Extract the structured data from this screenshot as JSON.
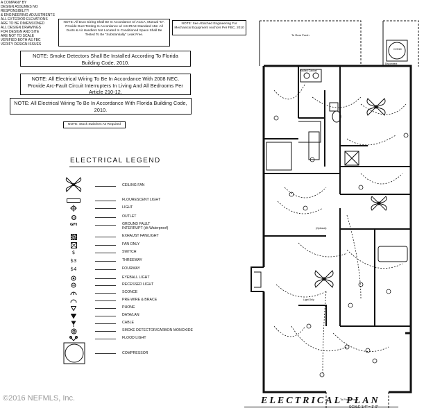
{
  "header_lines": [
    "A COMPANY BY",
    "DESIGN ASSUMES NO RESPONSIBILITY",
    "& ENGINEERING ADJUSTMENTS",
    "ALL EXTERIOR ELEVATIONS",
    "ARE TO BE DIMENSIONED",
    "ALL DESIGN DRAWINGS",
    "FOR DESIGN AND SITE",
    "ARE NOT TO SCALE",
    "VERIFIED BOTH AS FBC",
    "VERIFY DESIGN ISSUES"
  ],
  "notes": {
    "duct": "NOTE: All Duct Sizing Shall Be In Accordance w/ ACCA, Manual \"D\". Provide Duct Testing In Accordance w/ ASHRAE Standard 152. All Ducts & Air Handlers Not Located In Conditioned Space Shall Be Tested To Be \"Substantially\" Leak Free.",
    "engineering": "NOTE: See Attached Engineering For Mechanical Equipment Anchors Per FBC, 2010",
    "smoke": "NOTE: Smoke Detectors Shall Be Installed According To Florida Building Code, 2010.",
    "electrical_wiring": "NOTE: All Electrical Wiring To Be In Accordance With 2008 NEC. Provide Arc-Fault Circuit Interrupters In Living And All Bedrooms Per Article 210-12.",
    "electrical_fbc": "NOTE: All Electrical Wiring To Be In Accordance With Florida Building Code, 2010.",
    "stock_switches": "NOTE: Stock Switches As Required"
  },
  "legend": {
    "title": "ELECTRICAL LEGEND",
    "items": [
      {
        "icon": "ceiling-fan-icon",
        "label": "CEILING FAN"
      },
      {
        "icon": "fluorescent-light-icon",
        "label": "FLOURESCENT LIGHT"
      },
      {
        "icon": "light-icon",
        "label": "LIGHT"
      },
      {
        "icon": "outlet-icon",
        "label": "OUTLET"
      },
      {
        "icon": "gfi-icon",
        "glyph": "GFI",
        "label": "GROUND FAULT INTERRUPT (At Waterproof)"
      },
      {
        "icon": "exhaust-fan-light-icon",
        "label": "EXHAUST FAN/LIGHT"
      },
      {
        "icon": "fan-only-icon",
        "label": "FAN ONLY"
      },
      {
        "icon": "switch-icon",
        "glyph": "$",
        "label": "SWITCH"
      },
      {
        "icon": "threeway-icon",
        "glyph": "$3",
        "label": "THREEWAY"
      },
      {
        "icon": "fourway-icon",
        "glyph": "$4",
        "label": "FOURWAY"
      },
      {
        "icon": "eyeball-light-icon",
        "label": "EYEBALL LIGHT"
      },
      {
        "icon": "recessed-light-icon",
        "label": "RECESSED LIGHT"
      },
      {
        "icon": "sconce-icon",
        "label": "SCONCE"
      },
      {
        "icon": "pre-wire-brace-icon",
        "label": "PRE-WIRE & BRACE"
      },
      {
        "icon": "phone-icon",
        "label": "PHONE"
      },
      {
        "icon": "data-lan-icon",
        "label": "DATA/LAN"
      },
      {
        "icon": "cable-icon",
        "label": "CABLE"
      },
      {
        "icon": "smoke-detector-icon",
        "label": "SMOKE DETECTOR/CARBON MONOXIDE"
      },
      {
        "icon": "flood-light-icon",
        "label": "FLOOD LIGHT"
      },
      {
        "icon": "compressor-icon",
        "label": "COMPRESSOR"
      }
    ]
  },
  "plan": {
    "title": "ELECTRICAL PLAN",
    "scale": "SCALE 1/4\" = 1'-0\"",
    "labels": {
      "rear_porch": "To Rear Porch",
      "front_porch": "To Front Porch",
      "cond": "COND",
      "disconnect": "Disconnect",
      "vaulted": "Vaulted Cabinet",
      "light_only": "Light Only",
      "optional": "(Optional)"
    }
  },
  "watermark": "©2016 NEFMLS, Inc."
}
